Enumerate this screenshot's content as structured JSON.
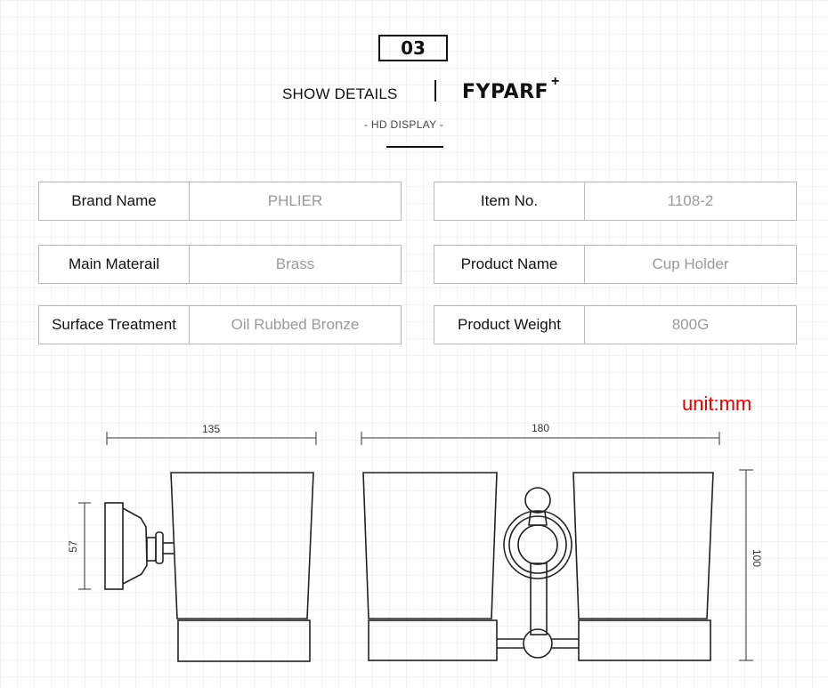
{
  "header": {
    "section_number": "03",
    "show_details": "SHOW DETAILS",
    "brand": "FYPARF",
    "plus": "+",
    "subtitle": "- HD DISPLAY -"
  },
  "specs": [
    {
      "label": "Brand Name",
      "value": "PHLIER"
    },
    {
      "label": "Item No.",
      "value": "1108-2"
    },
    {
      "label": "Main Materail",
      "value": "Brass"
    },
    {
      "label": "Product Name",
      "value": "Cup Holder"
    },
    {
      "label": "Surface Treatment",
      "value": "Oil Rubbed Bronze"
    },
    {
      "label": "Product Weight",
      "value": "800G"
    }
  ],
  "drawing": {
    "unit_note": "unit:mm",
    "dim_depth": "135",
    "dim_width": "180",
    "dim_base": "57",
    "dim_height": "100"
  }
}
